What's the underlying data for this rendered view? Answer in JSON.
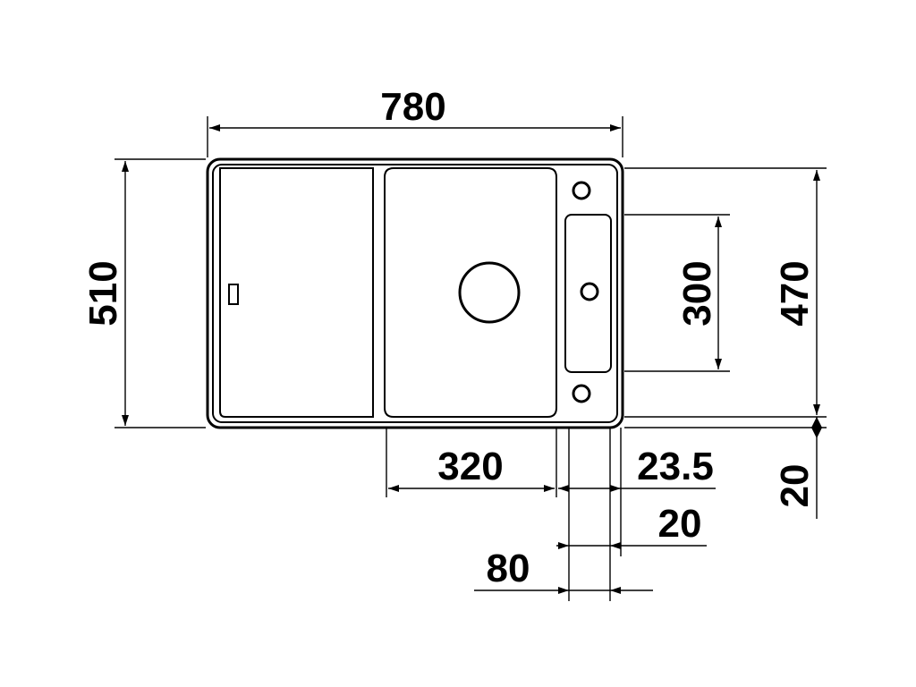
{
  "dimensions": {
    "overall_width": "780",
    "overall_depth": "510",
    "bowl_height": "470",
    "bowl_width": "320",
    "strainer_recess": "300",
    "right_offset": "23.5",
    "drain_spacing": "20",
    "tap_ledge_width": "80",
    "rim_height": "20"
  }
}
